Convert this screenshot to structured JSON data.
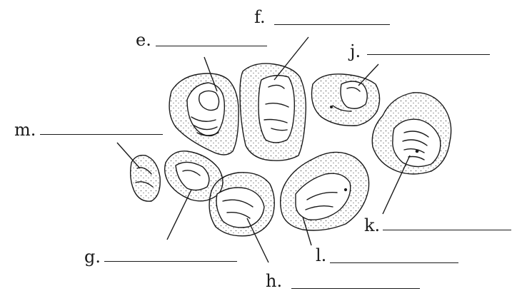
{
  "labels": {
    "e": "e.",
    "f": "f.",
    "j": "j.",
    "m": "m.",
    "g": "g.",
    "h": "h.",
    "l": "l.",
    "k": "k."
  },
  "colors": {
    "ink": "#1a1a1a",
    "paper": "#ffffff",
    "stipple": "#555555"
  },
  "icons": [
    "carpal-bone-illustration"
  ]
}
